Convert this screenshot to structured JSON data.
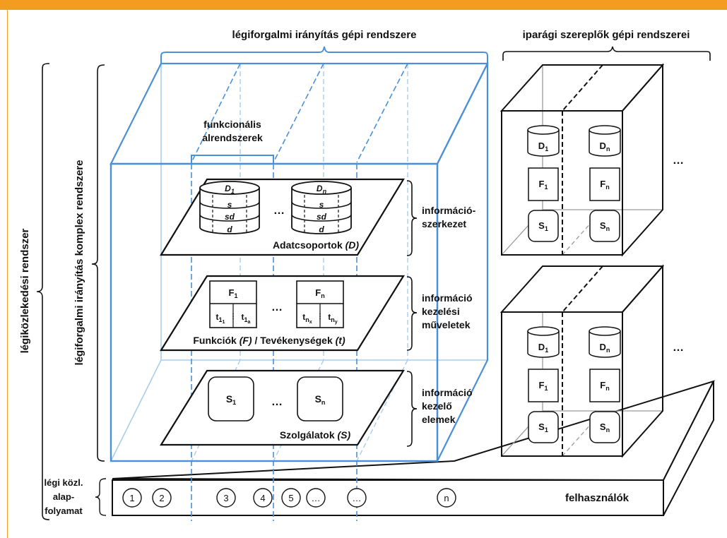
{
  "top_left_title": "légiforgalmi irányítás gépi rendszere",
  "top_right_title": "iparági szereplők gépi rendszerei",
  "left_outer_label": "légiközlekedési rendszer",
  "left_inner_label": "légiforgalmi irányítás komplex rendszere",
  "functional_subsystems": [
    "funkcionális",
    "alrendszerek"
  ],
  "right_labels": {
    "info_structure": [
      "információ-",
      "szerkezet"
    ],
    "info_operations": [
      "információ",
      "kezelési",
      "műveletek"
    ],
    "info_elements": [
      "információ",
      "kezelő",
      "elemek"
    ]
  },
  "layers": {
    "data": {
      "caption": "Adatcsoportok ",
      "caption_symbol": "(D)",
      "ellipsis": "…",
      "db1": {
        "title": "D",
        "title_sub": "1",
        "rows": [
          "s",
          "sd",
          "d"
        ]
      },
      "dbn": {
        "title": "D",
        "title_sub": "n",
        "rows": [
          "s",
          "sd",
          "d"
        ]
      }
    },
    "functions": {
      "caption_a": "Funkciók ",
      "caption_f": "(F)",
      "caption_b": " / Tevékenységek ",
      "caption_t": "(t)",
      "ellipsis": "…",
      "f1": {
        "title": "F",
        "title_sub": "1",
        "left": "t",
        "left_sub": "1",
        "left_subsub": "1",
        "right": "t",
        "right_sub": "1",
        "right_subsub": "a",
        "sep": "⋮"
      },
      "fn": {
        "title": "F",
        "title_sub": "n",
        "left": "t",
        "left_sub": "n",
        "left_subsub": "x",
        "right": "t",
        "right_sub": "n",
        "right_subsub": "y",
        "sep": "⋮"
      }
    },
    "services": {
      "caption": "Szolgálatok ",
      "caption_symbol": "(S)",
      "ellipsis": "…",
      "s1": {
        "title": "S",
        "title_sub": "1"
      },
      "sn": {
        "title": "S",
        "title_sub": "n"
      }
    }
  },
  "industry_box": {
    "d1": {
      "t": "D",
      "s": "1"
    },
    "dn": {
      "t": "D",
      "s": "n"
    },
    "f1": {
      "t": "F",
      "s": "1"
    },
    "fn": {
      "t": "F",
      "s": "n"
    },
    "s1": {
      "t": "S",
      "s": "1"
    },
    "sn": {
      "t": "S",
      "s": "n"
    },
    "ellipsis": "…"
  },
  "bottom_left_label": [
    "légi közl.",
    "alap-",
    "folyamat"
  ],
  "users_label": "felhasználók",
  "process_circles": [
    "1",
    "2",
    "3",
    "4",
    "5",
    "…",
    "…",
    "n"
  ],
  "colors": {
    "accent_orange": "#f39c1f",
    "blue": "#4a90d9",
    "blue_light": "#a9cdee",
    "black": "#111111",
    "gray": "#9a9a9a"
  }
}
